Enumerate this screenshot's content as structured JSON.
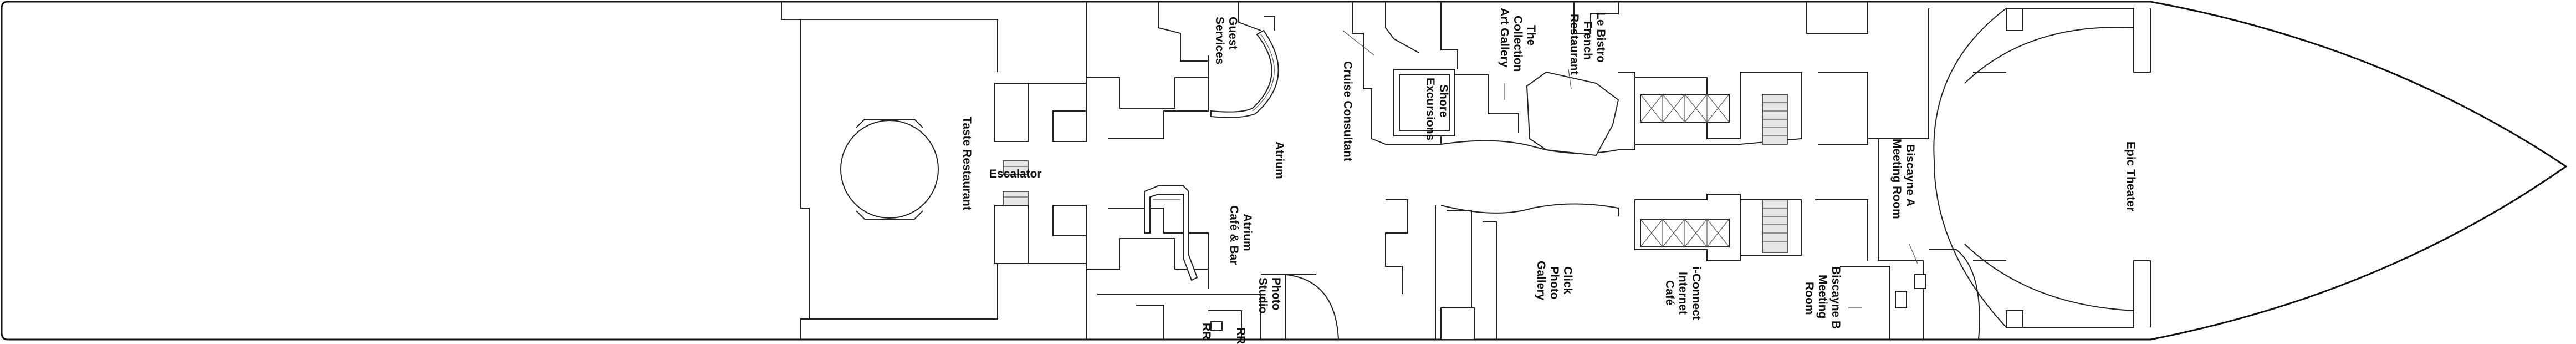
{
  "deck_plan": {
    "labels": {
      "taste_restaurant": "Taste Restaurant",
      "escalator": "Escalator",
      "guest_services": "Guest Services",
      "atrium": "Atrium",
      "atrium_cafe_bar": "Atrium Café & Bar",
      "cruise_consultant": "Cruise Consultant",
      "shore_excursions": "Shore Excursions",
      "the_collection_art_gallery": "The Collection Art Gallery",
      "le_bistro_french_restaurant": "Le Bistro French Restaurant",
      "photo_studio": "Photo Studio",
      "rr_1": "RR",
      "rr_2": "RR",
      "click_photo_gallery": "Click Photo Gallery",
      "i_connect_internet_cafe": "i-Connect Internet Café",
      "biscayne_a_meeting_room": "Biscayne A Meeting Room",
      "biscayne_b_meeting_room": "Biscayne B Meeting Room",
      "epic_theater": "Epic Theater"
    }
  }
}
